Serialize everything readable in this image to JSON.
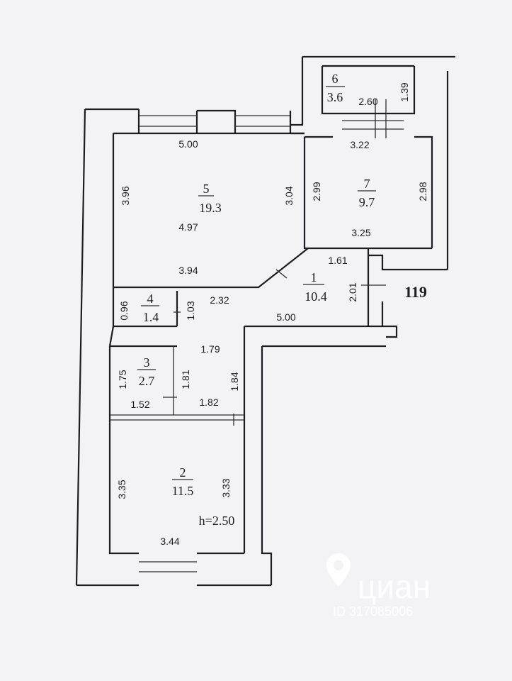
{
  "apartment_number": "119",
  "ceiling_height": "h=2.50",
  "rooms": [
    {
      "id": "1",
      "number": "1",
      "area": "10.4"
    },
    {
      "id": "2",
      "number": "2",
      "area": "11.5"
    },
    {
      "id": "3",
      "number": "3",
      "area": "2.7"
    },
    {
      "id": "4",
      "number": "4",
      "area": "1.4"
    },
    {
      "id": "5",
      "number": "5",
      "area": "19.3"
    },
    {
      "id": "6",
      "number": "6",
      "area": "3.6"
    },
    {
      "id": "7",
      "number": "7",
      "area": "9.7"
    }
  ],
  "dimensions": {
    "r5_top": "5.00",
    "r5_left": "3.96",
    "r5_right": "3.04",
    "r5_mid": "4.97",
    "r5_bottom": "3.94",
    "r7_left": "2.99",
    "r7_right": "2.98",
    "r7_top": "3.22",
    "r7_bottom": "3.25",
    "r6_width": "2.60",
    "r6_height": "1.39",
    "hall_161": "1.61",
    "hall_201": "2.01",
    "hall_232": "2.32",
    "hall_500": "5.00",
    "r4_left": "0.96",
    "r4_right": "1.03",
    "corr_179": "1.79",
    "r3_left": "1.75",
    "r3_right": "1.81",
    "r3_bottom": "1.52",
    "corr_184": "1.84",
    "corr_182": "1.82",
    "r2_left": "3.35",
    "r2_right": "3.33",
    "r2_bottom": "3.44"
  },
  "watermark": {
    "brand": "циан",
    "listing_id": "ID 317085006"
  }
}
